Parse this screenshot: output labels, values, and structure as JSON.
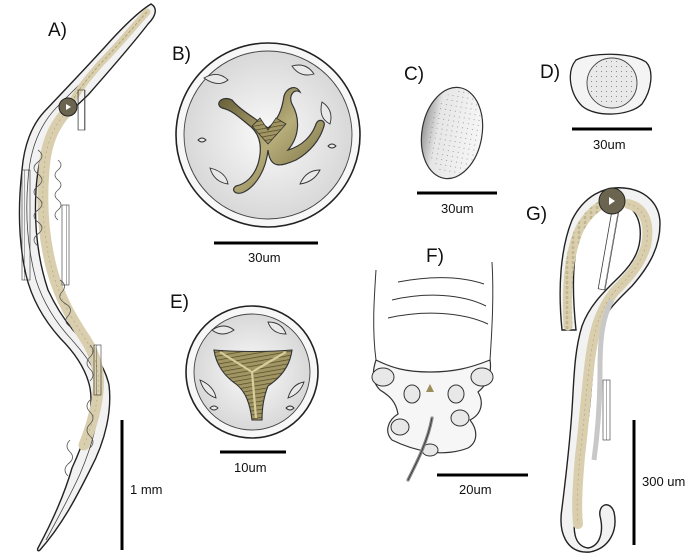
{
  "panels": {
    "a": {
      "label": "A)",
      "scale": "1 mm"
    },
    "b": {
      "label": "B)",
      "scale": "30um"
    },
    "c": {
      "label": "C)",
      "scale": "30um"
    },
    "d": {
      "label": "D)",
      "scale": "30um"
    },
    "e": {
      "label": "E)",
      "scale": "10um"
    },
    "f": {
      "label": "F)",
      "scale": "20um"
    },
    "g": {
      "label": "G)",
      "scale": "300 um"
    }
  },
  "colors": {
    "outline": "#222222",
    "body_fill": "#f2f2f2",
    "intestine": "#d9cfae",
    "mouthparts": "#7d744a",
    "mouthparts_light": "#a89d6a",
    "nerve_ring": "#6b6550"
  }
}
